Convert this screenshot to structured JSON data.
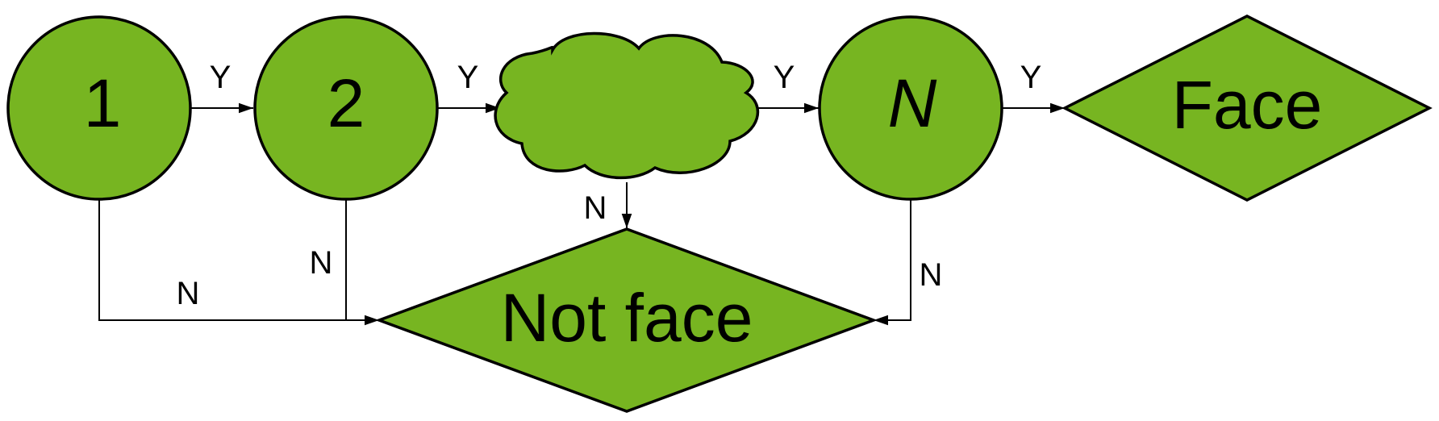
{
  "nodes": {
    "stage1": {
      "label": "1"
    },
    "stage2": {
      "label": "2"
    },
    "stageN": {
      "label": "N"
    },
    "face": {
      "label": "Face"
    },
    "not_face": {
      "label": "Not face"
    }
  },
  "edge_labels": {
    "stage1_yes": "Y",
    "stage2_yes": "Y",
    "cloud_yes": "Y",
    "stageN_yes": "Y",
    "stage1_no": "N",
    "stage2_no": "N",
    "cloud_no": "N",
    "stageN_no": "N"
  },
  "colors": {
    "node_fill": "#77b521",
    "stroke": "#000000"
  }
}
